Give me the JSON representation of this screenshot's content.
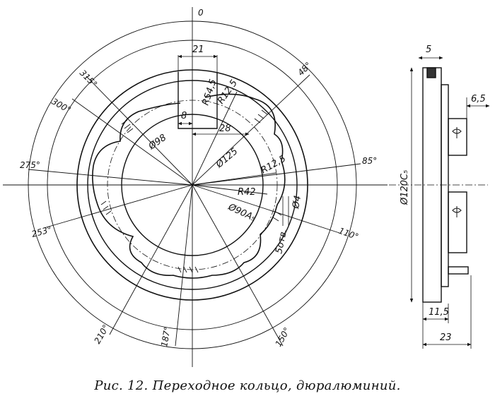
{
  "drawing": {
    "angles": {
      "a0": "0",
      "a48": "48°",
      "a85": "85°",
      "a110": "110°",
      "a150": "150°",
      "a187": "187°",
      "a210": "210°",
      "a253": "253°",
      "a275": "275°",
      "a300": "300°",
      "a315": "315°"
    },
    "dims": {
      "d21": "21",
      "d8": "8",
      "r545": "R54,5",
      "r125a": "R12,5",
      "d28": "28",
      "dia98": "Ø98",
      "dia125": "Ø125",
      "r125b": "R12,5",
      "r42": "R42",
      "dia90": "Ø90A₅",
      "dia4": "Ø4",
      "m5": "5отв.",
      "side5": "5",
      "side65": "6,5",
      "dia120": "Ø120C₅",
      "side115": "11,5",
      "side23": "23"
    }
  },
  "caption": "Рис. 12. Переходное кольцо, дюралюминий."
}
